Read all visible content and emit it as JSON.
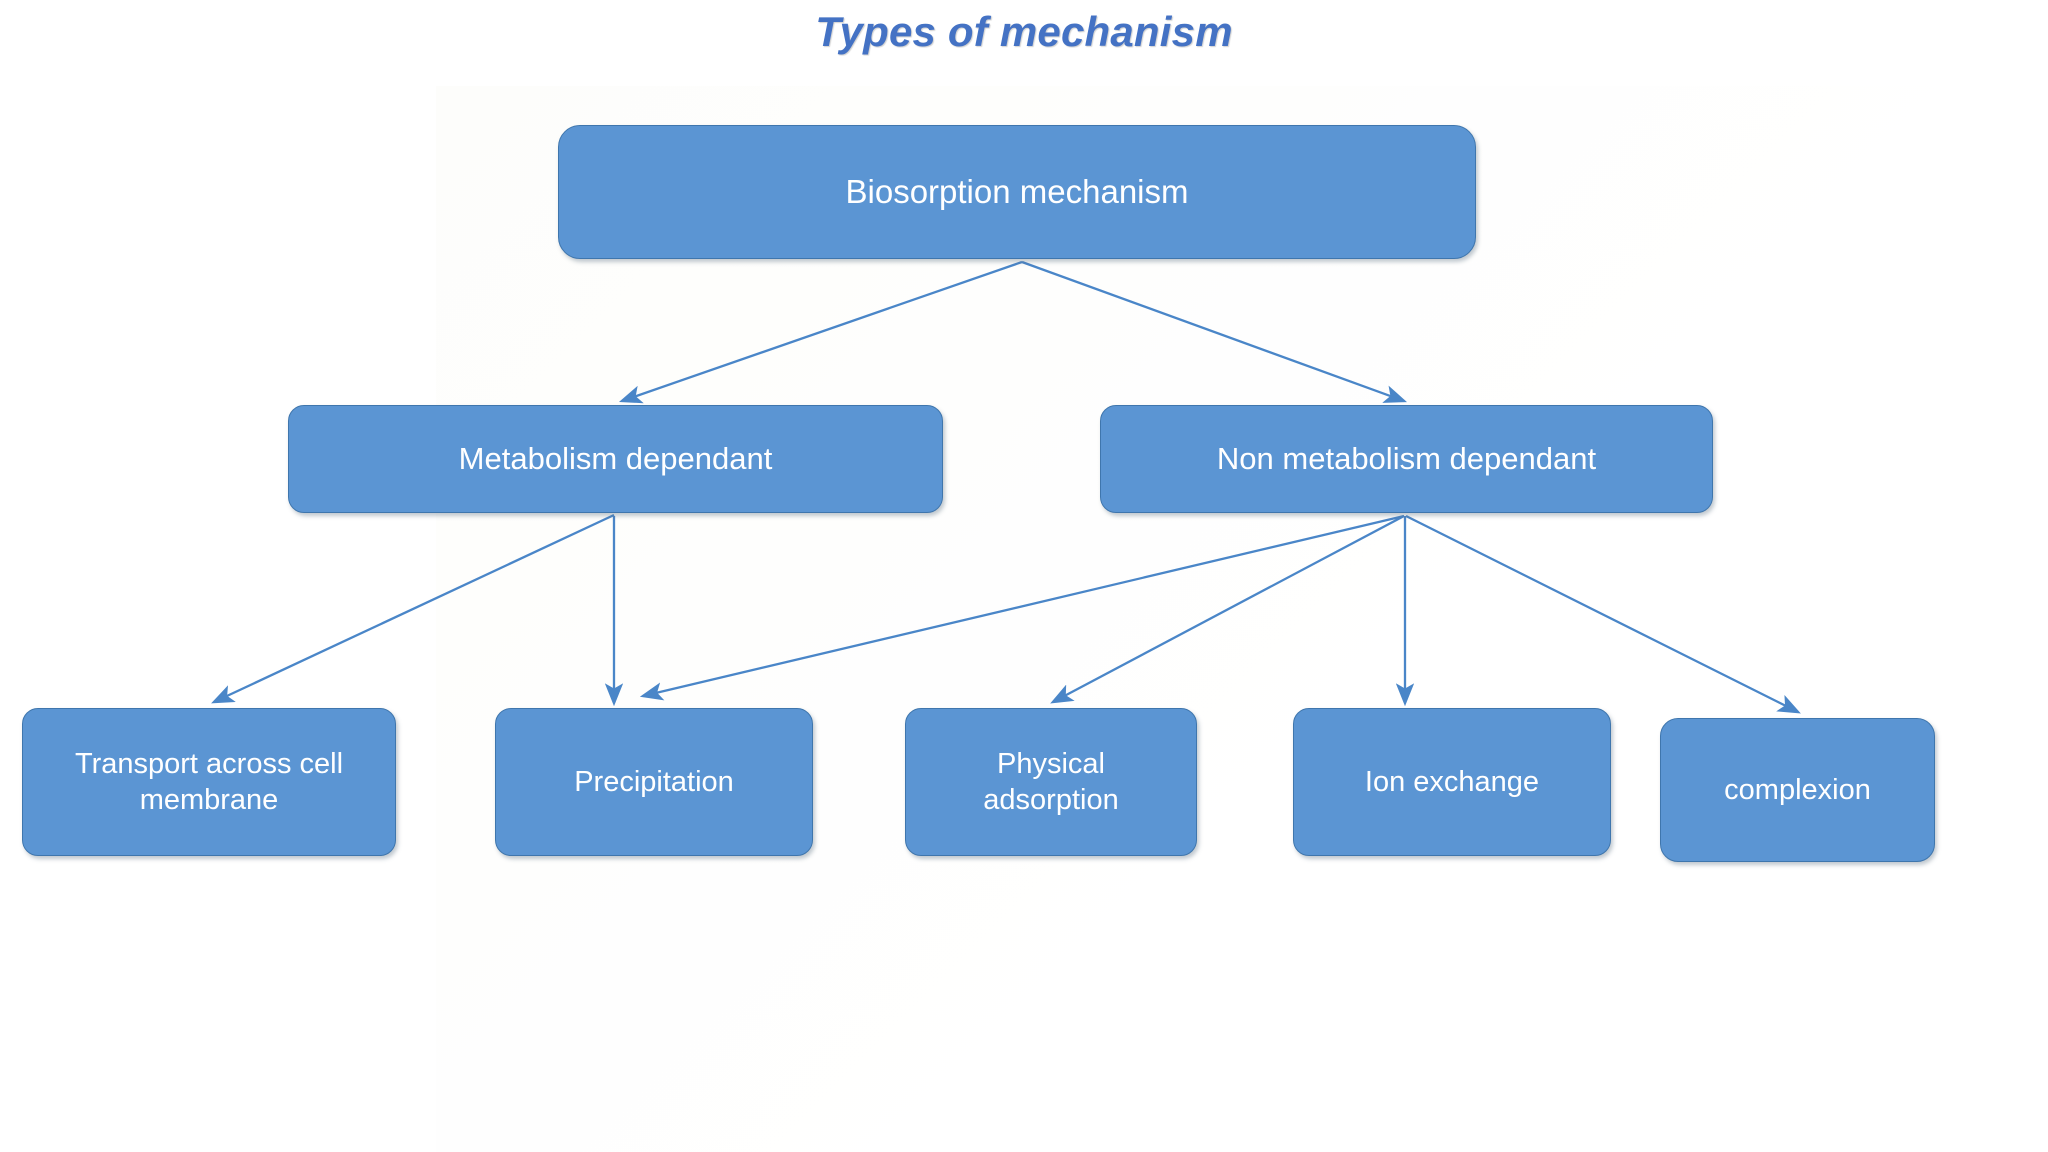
{
  "page": {
    "title": "Types of mechanism",
    "background_color": "#ffffff"
  },
  "theme": {
    "node_fill": "#5B95D3",
    "node_border": "#3f76ad",
    "node_text": "#ffffff",
    "edge_color": "#4a86c8",
    "title_color": "#4472C4"
  },
  "diagram": {
    "type": "tree",
    "root": {
      "id": "biosorption-mechanism",
      "label": "Biosorption mechanism"
    },
    "level1": [
      {
        "id": "metabolism-dependant",
        "label": "Metabolism dependant"
      },
      {
        "id": "non-metabolism-dependant",
        "label": "Non metabolism dependant"
      }
    ],
    "level2": [
      {
        "id": "transport-across-cell-membrane",
        "label": "Transport across cell\nmembrane"
      },
      {
        "id": "precipitation",
        "label": "Precipitation"
      },
      {
        "id": "physical-adsorption",
        "label": "Physical\nadsorption"
      },
      {
        "id": "ion-exchange",
        "label": "Ion exchange"
      },
      {
        "id": "complexion",
        "label": "complexion"
      }
    ],
    "edges": [
      {
        "from": "biosorption-mechanism",
        "to": "metabolism-dependant"
      },
      {
        "from": "biosorption-mechanism",
        "to": "non-metabolism-dependant"
      },
      {
        "from": "metabolism-dependant",
        "to": "transport-across-cell-membrane"
      },
      {
        "from": "metabolism-dependant",
        "to": "precipitation"
      },
      {
        "from": "non-metabolism-dependant",
        "to": "precipitation"
      },
      {
        "from": "non-metabolism-dependant",
        "to": "physical-adsorption"
      },
      {
        "from": "non-metabolism-dependant",
        "to": "ion-exchange"
      },
      {
        "from": "non-metabolism-dependant",
        "to": "complexion"
      }
    ]
  }
}
